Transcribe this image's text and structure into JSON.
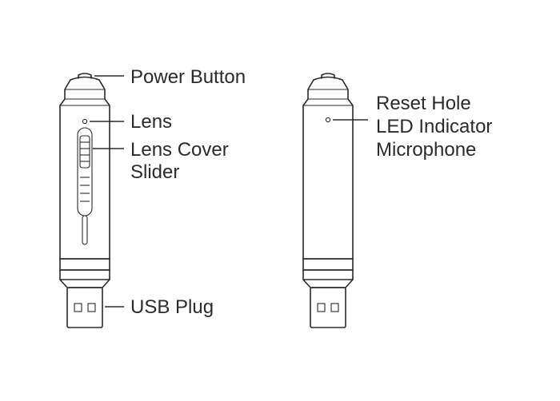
{
  "labels": {
    "power_button": "Power Button",
    "lens": "Lens",
    "lens_cover_slider_line1": "Lens Cover",
    "lens_cover_slider_line2": "Slider",
    "usb_plug": "USB Plug",
    "reset_hole": "Reset Hole",
    "led_indicator": "LED Indicator",
    "microphone": "Microphone"
  }
}
